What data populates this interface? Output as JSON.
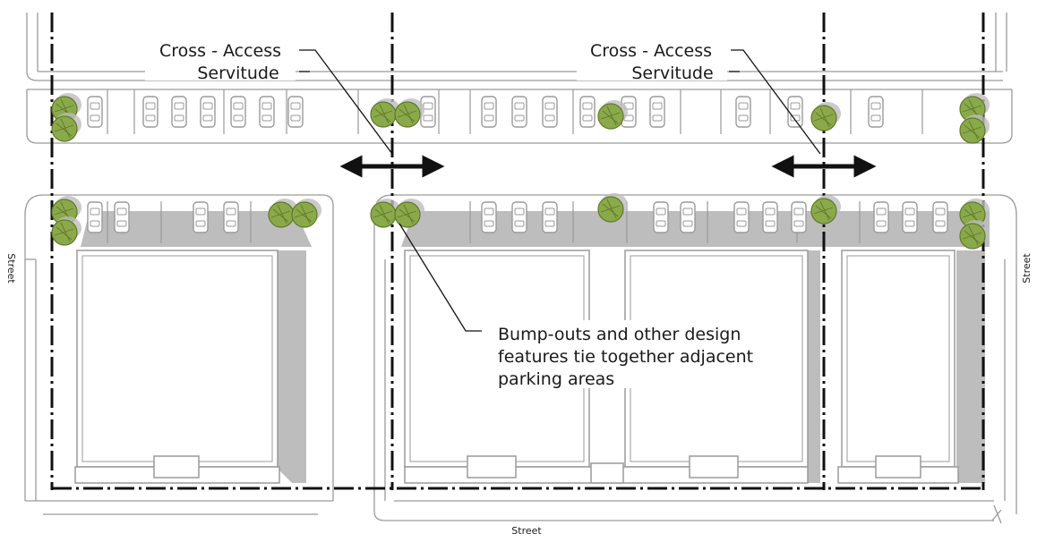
{
  "annotations": {
    "cross_access_left_line1": "Cross - Access",
    "cross_access_left_line2": "Servitude",
    "cross_access_right_line1": "Cross - Access",
    "cross_access_right_line2": "Servitude",
    "bumpouts_line1": "Bump-outs and other design",
    "bumpouts_line2": "features tie together adjacent",
    "bumpouts_line3": "parking areas"
  },
  "street_labels": {
    "left": "Street",
    "right": "Street",
    "bottom": "Street"
  },
  "colors": {
    "tree": "#8aa94a",
    "tree_dark": "#5f7a2a",
    "shadow": "#bdbdbd",
    "line": "#111111",
    "outline": "#9a9a9a"
  }
}
